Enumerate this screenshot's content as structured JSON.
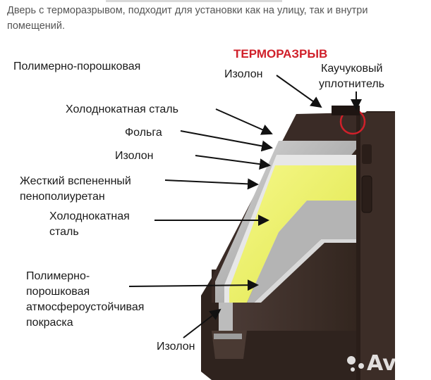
{
  "caption": "Дверь с терморазрывом, подходит для установки как на улицу, так и внутри помещений.",
  "labels": {
    "polymer_powder": "Полимерно-порошковая",
    "thermal_break": "ТЕРМОРАЗРЫВ",
    "izolon_top": "Изолон",
    "rubber_seal_1": "Каучуковый",
    "rubber_seal_2": "уплотнитель",
    "cold_rolled_steel": "Холоднокатная сталь",
    "foil": "Фольга",
    "izolon_mid": "Изолон",
    "pu_foam_1": "Жесткий вспененный",
    "pu_foam_2": "пенополиуретан",
    "cold_rolled_steel2_1": "Холоднокатная",
    "cold_rolled_steel2_2": "сталь",
    "paint_1": "Полимерно-",
    "paint_2": "порошковая",
    "paint_3": "атмосфероустойчивая",
    "paint_4": "покраска",
    "izolon_bottom": "Изолон"
  },
  "watermark": "Avito",
  "colors": {
    "frame_dark": "#3e2f2b",
    "steel": "#a9a9a9",
    "foam": "#eef26a",
    "thermal_break_red": "#d0202a"
  }
}
